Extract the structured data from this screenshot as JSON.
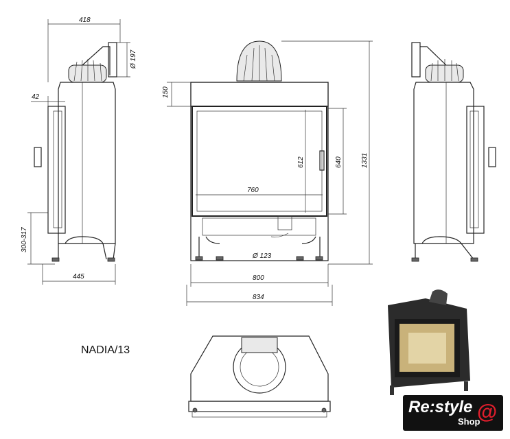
{
  "model_name": "NADIA/13",
  "logo": {
    "brand": "Re:style",
    "sub": "Shop",
    "symbol": "@",
    "accent_color": "#e01e2c"
  },
  "dimensions": {
    "side_depth_top": "418",
    "flue_diameter": "Ø 197",
    "side_offset": "42",
    "top_height": "150",
    "glass_height": "612",
    "door_height": "640",
    "total_height": "1331",
    "glass_width": "760",
    "leg_height": "300-317",
    "air_inlet_diameter": "Ø 123",
    "side_depth_bottom": "445",
    "body_width": "800",
    "total_width": "834"
  }
}
